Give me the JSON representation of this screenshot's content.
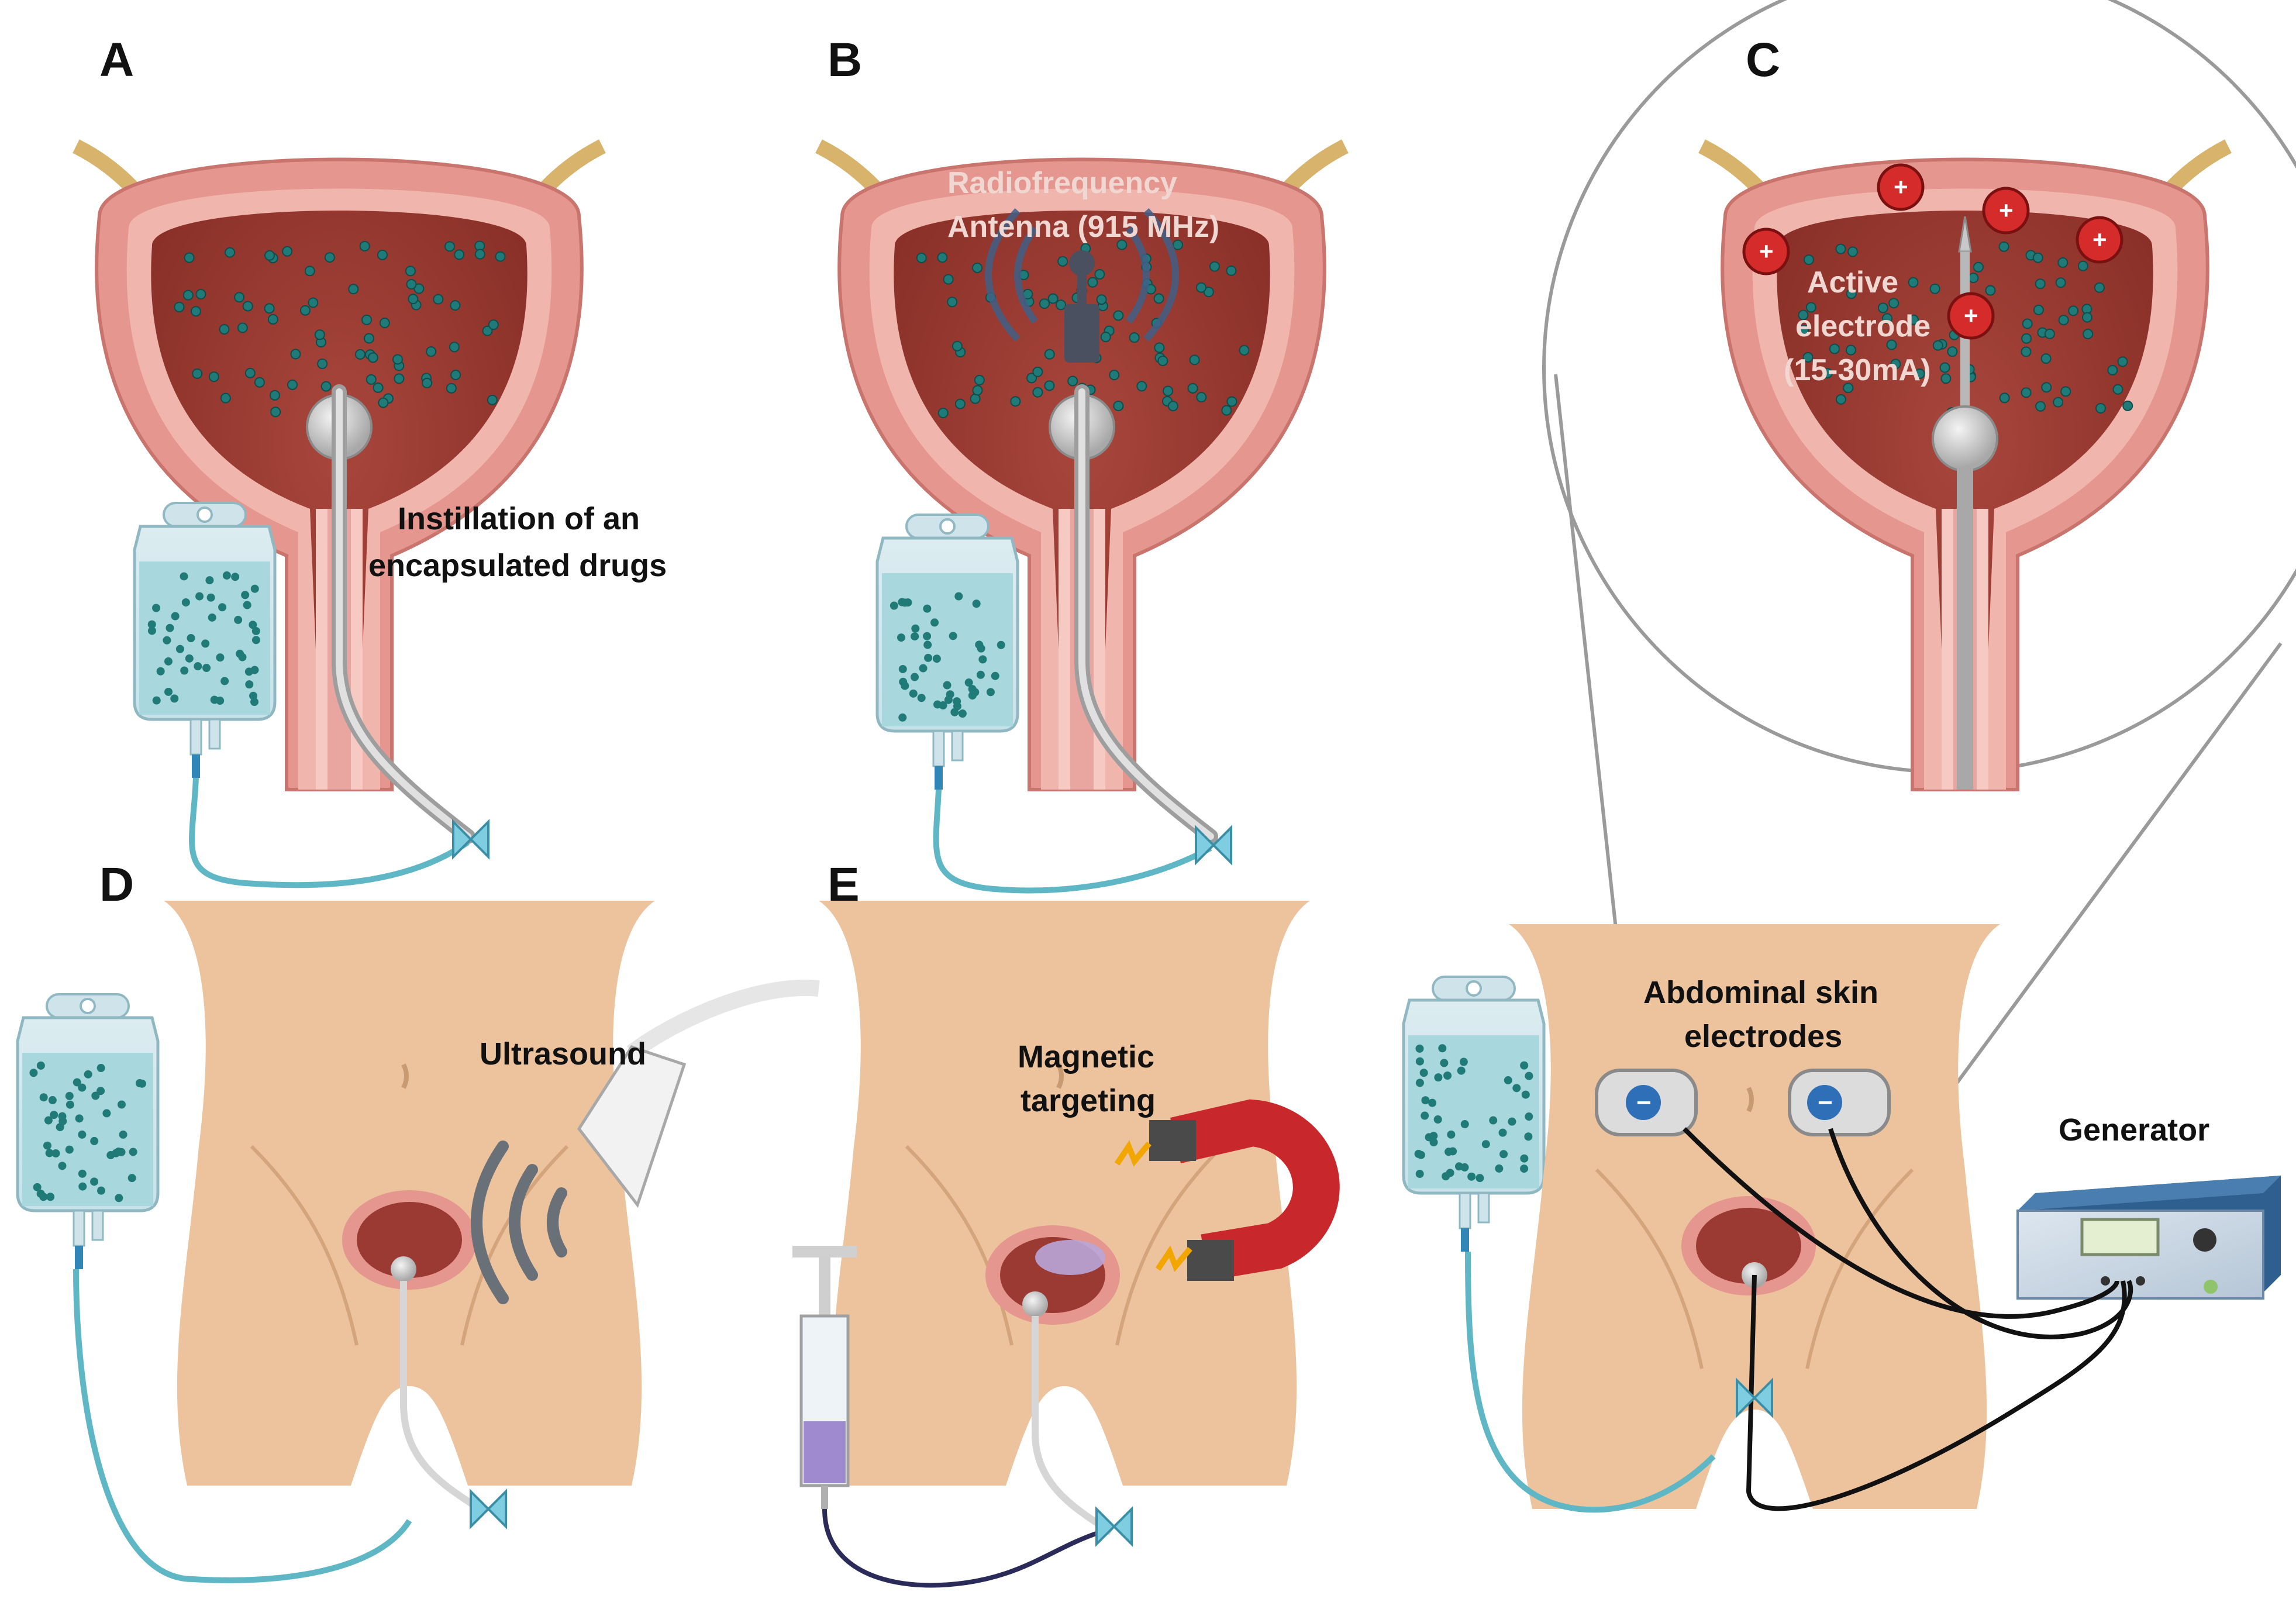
{
  "panels": {
    "a": {
      "letter": "A",
      "caption_line1": "Instillation of an",
      "caption_line2": "encapsulated drugs"
    },
    "b": {
      "letter": "B",
      "antenna_line1": "Radiofrequency",
      "antenna_line2": "Antenna (915 MHz)"
    },
    "c": {
      "letter": "C",
      "electrode_line1": "Active",
      "electrode_line2": "electrode",
      "electrode_line3": "(15-30mA)",
      "charge_symbol": "+"
    },
    "d": {
      "letter": "D",
      "device_label": "Ultrasound"
    },
    "e": {
      "letter": "E",
      "magnet_line1": "Magnetic",
      "magnet_line2": "targeting"
    },
    "f": {
      "skin_line1": "Abdominal skin",
      "skin_line2": "electrodes",
      "electrode_symbol": "−",
      "generator_label": "Generator"
    }
  },
  "colors": {
    "bladder_wall": "#e9a6a0",
    "bladder_inner": "#9a3a32",
    "particle": "#1f7a78",
    "skin": "#ecc39c",
    "iv_fluid": "#a9d7de",
    "magnet_red": "#c8282c",
    "generator_blue": "#2f5f8f",
    "tube_blue": "#5fb7c6"
  }
}
